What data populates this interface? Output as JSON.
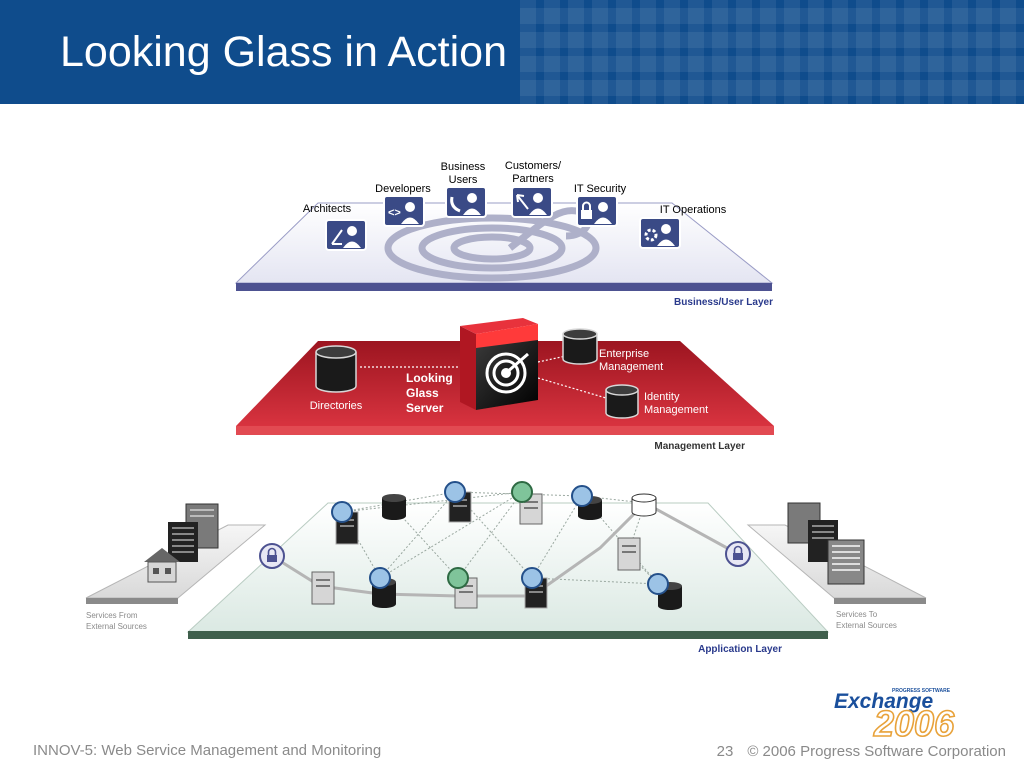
{
  "slide": {
    "title": "Looking Glass in Action",
    "footer_left": "INNOV-5: Web Service Management and Monitoring",
    "page_number": "23",
    "copyright": "© 2006 Progress Software Corporation"
  },
  "layers": {
    "business": {
      "label": "Business/User Layer",
      "users": [
        "Architects",
        "Developers",
        "Business Users",
        "Customers/ Partners",
        "IT Security",
        "IT Operations"
      ]
    },
    "management": {
      "label": "Management Layer",
      "server": "Looking Glass Server",
      "directories": "Directories",
      "enterprise": "Enterprise Management",
      "identity": "Identity Management"
    },
    "application": {
      "label": "Application Layer",
      "from_sources": "Services From External Sources",
      "to_sources": "Services To External Sources"
    }
  },
  "logo": {
    "brand": "PROGRESS SOFTWARE",
    "name": "Exchange",
    "year": "2006"
  },
  "colors": {
    "header": "#0f4c8c",
    "business_edge": "#4d5291",
    "management": "#c8202e",
    "application_edge": "#3f5f4c",
    "label_blue": "#2a3a8c"
  }
}
